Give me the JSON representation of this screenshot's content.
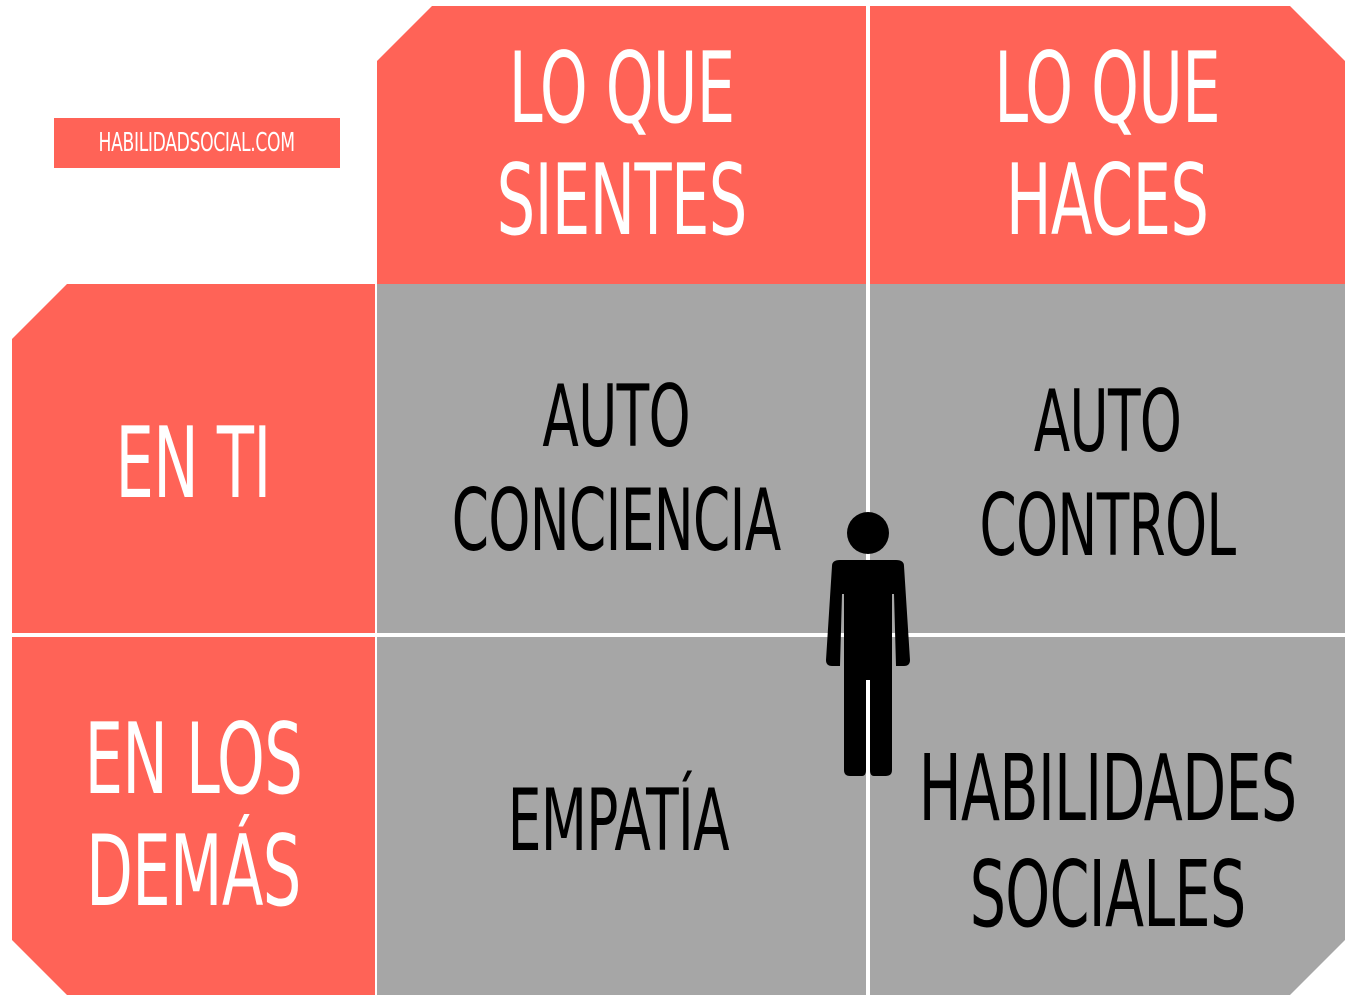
{
  "brand": {
    "tag": "HABILIDADSOCIAL.COM"
  },
  "columns": [
    {
      "lines": [
        "LO QUE",
        "SIENTES"
      ]
    },
    {
      "lines": [
        "LO QUE",
        "HACES"
      ]
    }
  ],
  "rows": [
    {
      "lines": [
        "EN TI"
      ]
    },
    {
      "lines": [
        "EN LOS",
        "DEMÁS"
      ]
    }
  ],
  "quadrants": {
    "top_left": {
      "lines": [
        "AUTO",
        "CONCIENCIA"
      ]
    },
    "top_right": {
      "lines": [
        "AUTO",
        "CONTROL"
      ]
    },
    "bottom_left": {
      "lines": [
        "EMPATÍA"
      ]
    },
    "bottom_right": {
      "lines": [
        "HABILIDADES",
        "SOCIALES"
      ]
    }
  },
  "icons": {
    "center": "person-icon"
  },
  "colors": {
    "header": "#ff6357",
    "quadrant": "#a6a6a6",
    "header_text": "#ffffff",
    "quadrant_text": "#000000"
  }
}
